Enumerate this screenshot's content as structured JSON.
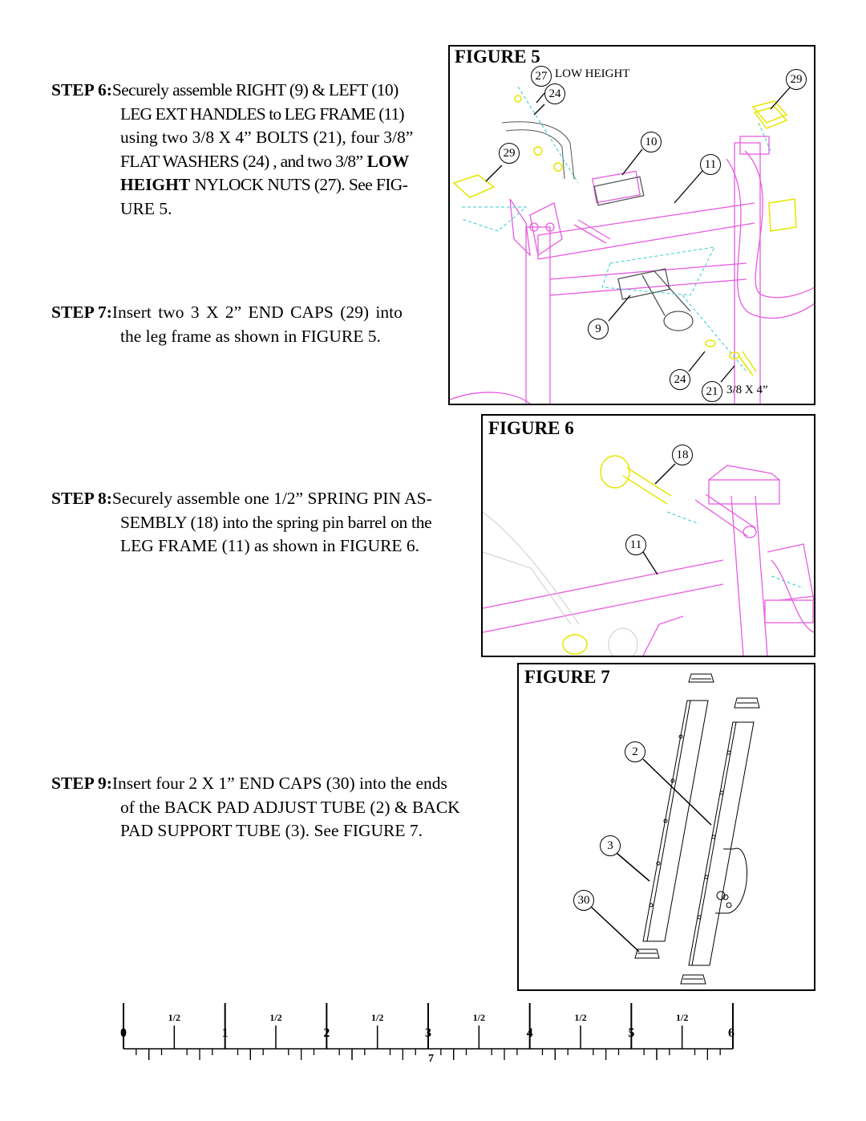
{
  "steps": {
    "step6": {
      "label": "STEP 6:",
      "line1": "Securely assemble RIGHT (9) & LEFT (10)",
      "line2": "LEG EXT HANDLES to LEG FRAME (11)",
      "line3": "using two 3/8 X 4” BOLTS (21), four 3/8”",
      "line4a": "FLAT WASHERS (24) , and two 3/8”",
      "line4b": "LOW",
      "line5a": "HEIGHT",
      "line5b": "NYLOCK NUTS (27). See FIG-",
      "line6": "URE 5."
    },
    "step7": {
      "label": "STEP 7:",
      "line1": "Insert two 3 X 2” END CAPS (29) into",
      "line2": "the leg frame as shown in FIGURE 5."
    },
    "step8": {
      "label": "STEP 8:",
      "line1": "Securely assemble one 1/2” SPRING PIN AS-",
      "line2": "SEMBLY (18)  into the spring pin barrel on the",
      "line3": "LEG FRAME (11) as shown in FIGURE 6."
    },
    "step9": {
      "label": "STEP 9:",
      "line1": "Insert four 2 X 1” END CAPS (30) into the ends",
      "line2": "of the BACK PAD ADJUST TUBE (2) & BACK",
      "line3": "PAD SUPPORT TUBE (3). See FIGURE 7."
    }
  },
  "figure5": {
    "title": "FIGURE 5",
    "low_height": "LOW HEIGHT",
    "bolt_size": "3/8 X 4”",
    "callouts": [
      "27",
      "24",
      "29",
      "29",
      "10",
      "11",
      "9",
      "24",
      "21"
    ]
  },
  "figure6": {
    "title": "FIGURE 6",
    "callouts": [
      "18",
      "11"
    ]
  },
  "figure7": {
    "title": "FIGURE 7",
    "callouts": [
      "2",
      "3",
      "30"
    ]
  },
  "ruler": {
    "numbers": [
      "0",
      "1",
      "2",
      "3",
      "4",
      "5",
      "6"
    ],
    "half_label": "1/2"
  },
  "page_number": "7",
  "colors": {
    "pink": "#e85ce0",
    "cyan": "#33cccc",
    "yellow": "#e6e600",
    "line": "#000000"
  }
}
